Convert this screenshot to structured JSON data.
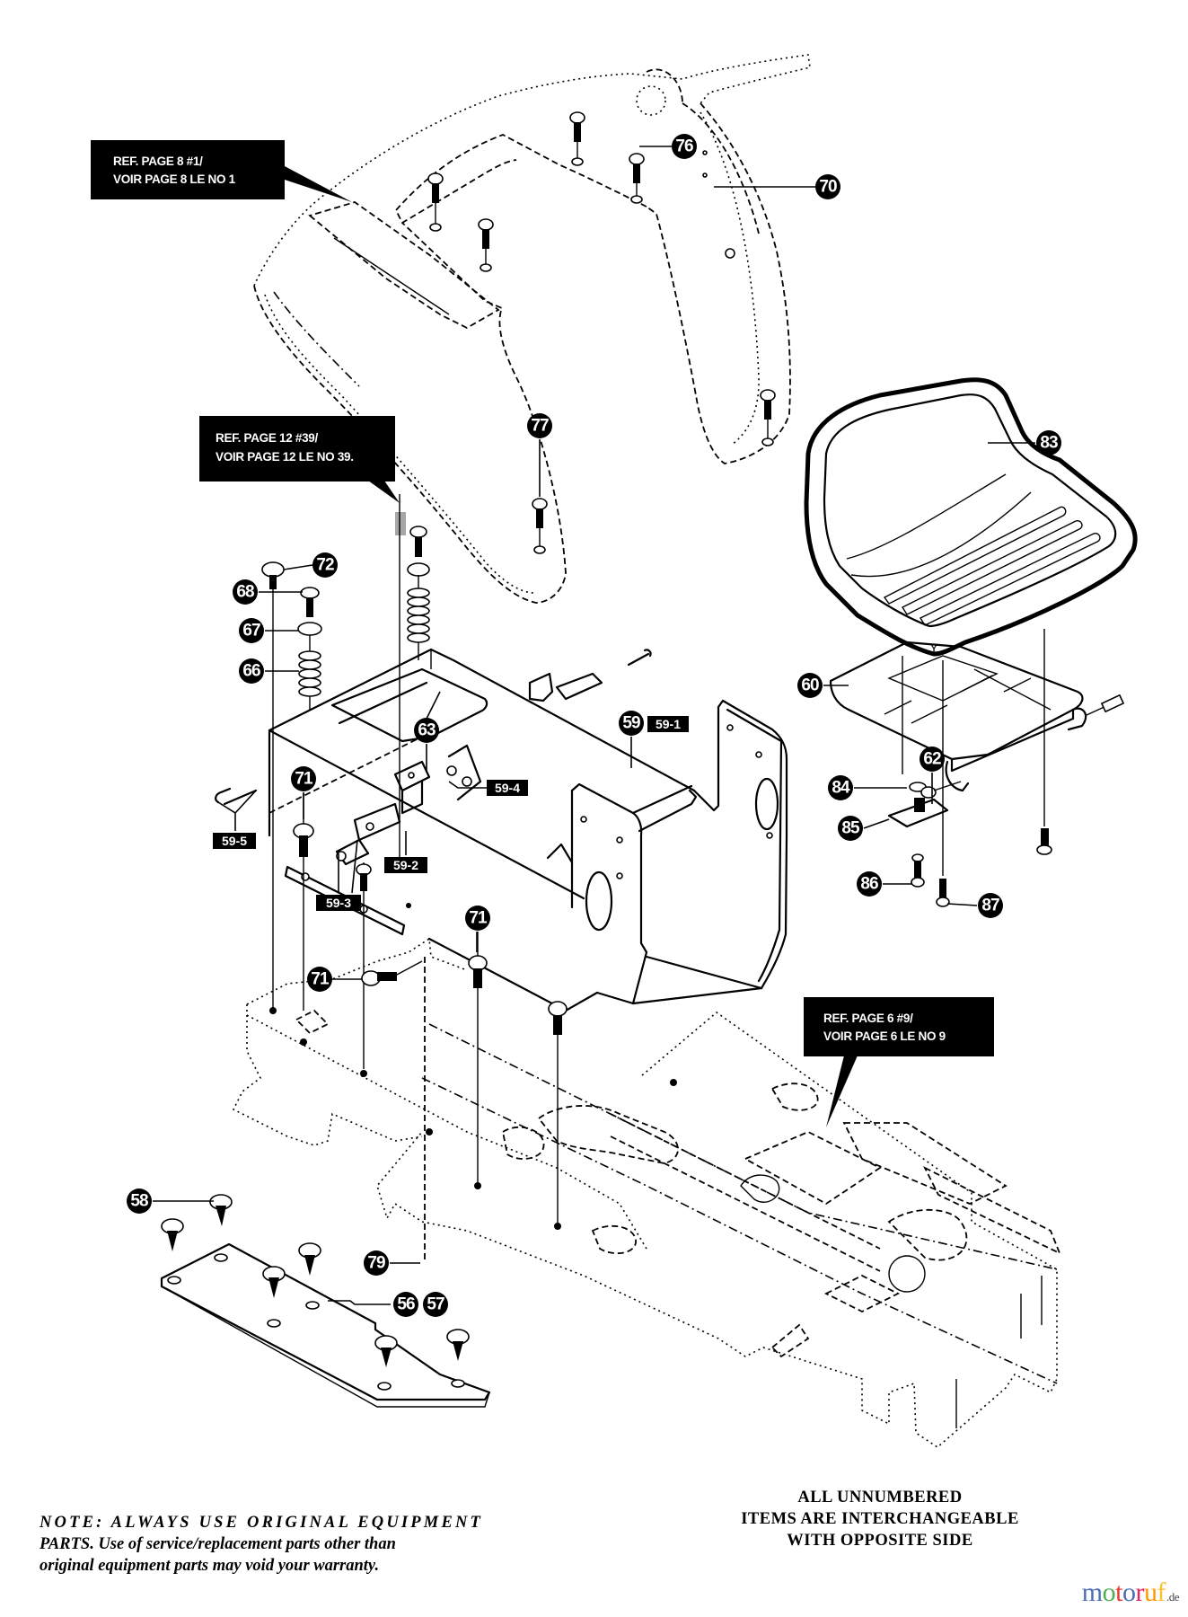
{
  "diagram": {
    "title": "Rear fender, seat and frame assembly — exploded parts view",
    "ref_callouts": [
      {
        "id": "ref-page-8",
        "line1": "REF.  PAGE 8 #1/",
        "line2": "VOIR PAGE 8 LE NO 1"
      },
      {
        "id": "ref-page-12",
        "line1": "REF. PAGE 12 #39/",
        "line2": "VOIR PAGE 12 LE NO 39."
      },
      {
        "id": "ref-page-6",
        "line1": "REF. PAGE 6 #9/",
        "line2": "VOIR PAGE 6 LE NO 9"
      }
    ],
    "part_numbers": {
      "p56": "56",
      "p57": "57",
      "p58": "58",
      "p59": "59",
      "p60": "60",
      "p62": "62",
      "p63": "63",
      "p66": "66",
      "p67": "67",
      "p68": "68",
      "p70": "70",
      "p71": "71",
      "p72": "72",
      "p76": "76",
      "p77": "77",
      "p79": "79",
      "p83": "83",
      "p84": "84",
      "p85": "85",
      "p86": "86",
      "p87": "87"
    },
    "sub_part_tags": {
      "t59_1": "59-1",
      "t59_2": "59-2",
      "t59_3": "59-3",
      "t59_4": "59-4",
      "t59_5": "59-5"
    },
    "parts_list_in_order": [
      "56",
      "57",
      "58",
      "59",
      "59-1",
      "59-2",
      "59-3",
      "59-4",
      "59-5",
      "60",
      "62",
      "63",
      "66",
      "67",
      "68",
      "70",
      "71",
      "72",
      "76",
      "77",
      "79",
      "83",
      "84",
      "85",
      "86",
      "87"
    ]
  },
  "notes": {
    "left_line1": "NOTE: ALWAYS USE ORIGINAL EQUIPMENT",
    "left_line2": "PARTS. Use of service/replacement parts other than",
    "left_line3": "original equipment parts may void your warranty.",
    "right_line1": "ALL UNNUMBERED",
    "right_line2": "ITEMS ARE INTERCHANGEABLE",
    "right_line3": "WITH OPPOSITE SIDE"
  },
  "watermark": {
    "letters": [
      "m",
      "o",
      "t",
      "o",
      "r",
      "u",
      "f"
    ],
    "colors": [
      "#4a6fb5",
      "#4caf50",
      "#e53935",
      "#4a6fb5",
      "#e91e63",
      "#ff9800",
      "#fbc02d"
    ],
    "tld": ".de"
  }
}
